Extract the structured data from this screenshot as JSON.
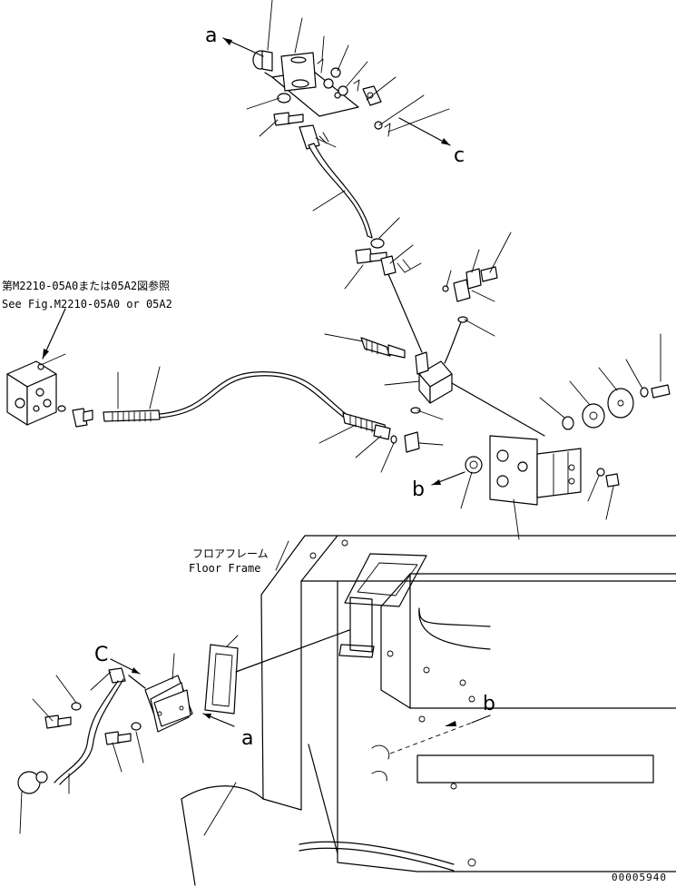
{
  "callouts": {
    "a_top": "a",
    "c_top": "c",
    "b_mid": "b",
    "a_bottom": "a",
    "c_bottom": "C",
    "b_right": "b"
  },
  "reference_note": {
    "line1": "第M2210-05A0または05A2図参照",
    "line2": "See Fig.M2210-05A0 or 05A2"
  },
  "floor_frame": {
    "jp": "フロアフレーム",
    "en": "Floor Frame"
  },
  "drawing_number": "00005940"
}
